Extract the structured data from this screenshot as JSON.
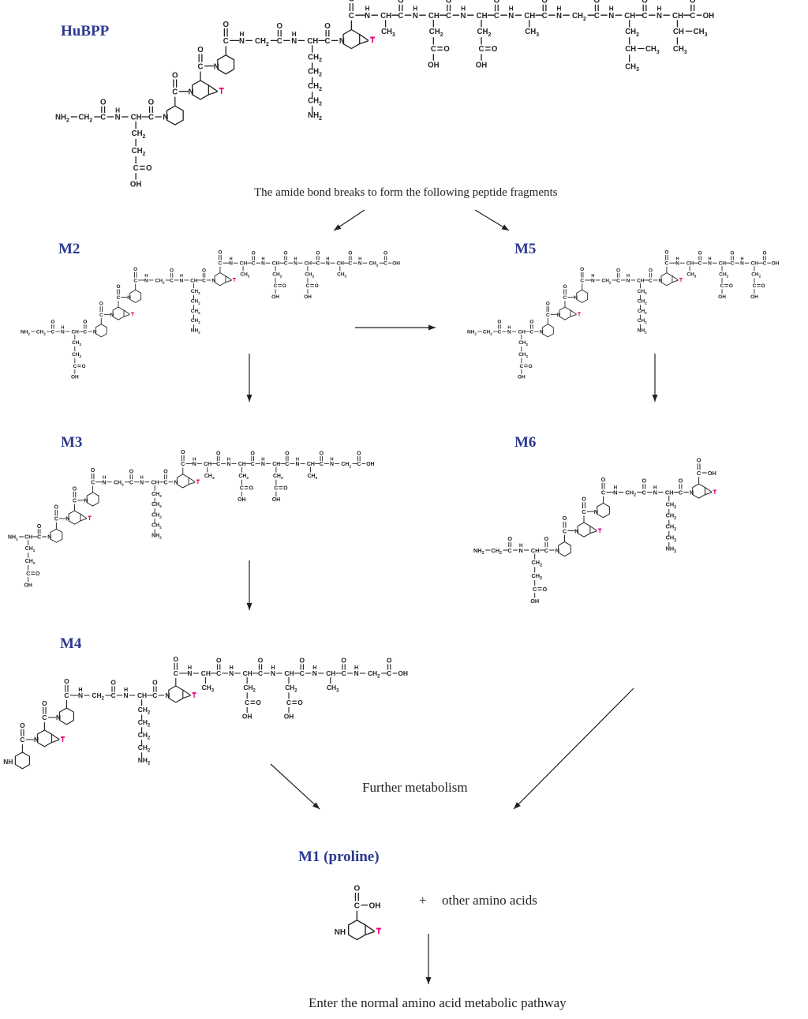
{
  "labels": {
    "hubpp": "HuBPP",
    "m2": "M2",
    "m3": "M3",
    "m4": "M4",
    "m5": "M5",
    "m6": "M6",
    "m1": "M1 (proline)"
  },
  "captions": {
    "amide_break": "The amide bond breaks to form the following peptide fragments",
    "further_metabolism": "Further metabolism",
    "plus": "+",
    "other_amino_acids": "other amino acids",
    "normal_pathway": "Enter the normal amino acid metabolic pathway"
  },
  "atoms": {
    "tritium": "T",
    "carbonyl_o": "O",
    "n": "N",
    "ch": "CH",
    "ch2": "CH",
    "ch3": "CH",
    "nh2": "NH",
    "nh": "NH",
    "oh": "OH",
    "c": "C",
    "sub2": "2",
    "sub3": "3"
  },
  "colors": {
    "label_blue": "#2b3990",
    "tritium_magenta": "#e6007e",
    "ink": "#231f20"
  },
  "molecules": {
    "hubpp": {
      "sequence": [
        "Gly",
        "Glu",
        "Pro",
        "Pro[T]",
        "Pro",
        "Gly",
        "Lys",
        "Pro[T]",
        "Ala",
        "Asp",
        "Asp",
        "Ala",
        "Gly",
        "Leu",
        "Val"
      ]
    },
    "m2": {
      "sequence": [
        "Gly",
        "Glu",
        "Pro",
        "Pro[T]",
        "Pro",
        "Gly",
        "Lys",
        "Pro[T]",
        "Ala",
        "Asp",
        "Asp",
        "Ala",
        "Gly"
      ]
    },
    "m3": {
      "sequence": [
        "Glu",
        "Pro",
        "Pro[T]",
        "Pro",
        "Gly",
        "Lys",
        "Pro[T]",
        "Ala",
        "Asp",
        "Asp",
        "Ala",
        "Gly"
      ]
    },
    "m4": {
      "sequence": [
        "Pro",
        "Pro[T]",
        "Pro",
        "Gly",
        "Lys",
        "Pro[T]",
        "Ala",
        "Asp",
        "Asp",
        "Ala",
        "Gly"
      ]
    },
    "m5": {
      "sequence": [
        "Gly",
        "Glu",
        "Pro",
        "Pro[T]",
        "Pro",
        "Gly",
        "Lys",
        "Pro[T]",
        "Ala",
        "Asp",
        "Asp"
      ]
    },
    "m6": {
      "sequence": [
        "Gly",
        "Glu",
        "Pro",
        "Pro[T]",
        "Pro",
        "Gly",
        "Lys",
        "Pro[T]"
      ]
    },
    "m1": {
      "sequence": [
        "Pro[T]"
      ]
    }
  }
}
